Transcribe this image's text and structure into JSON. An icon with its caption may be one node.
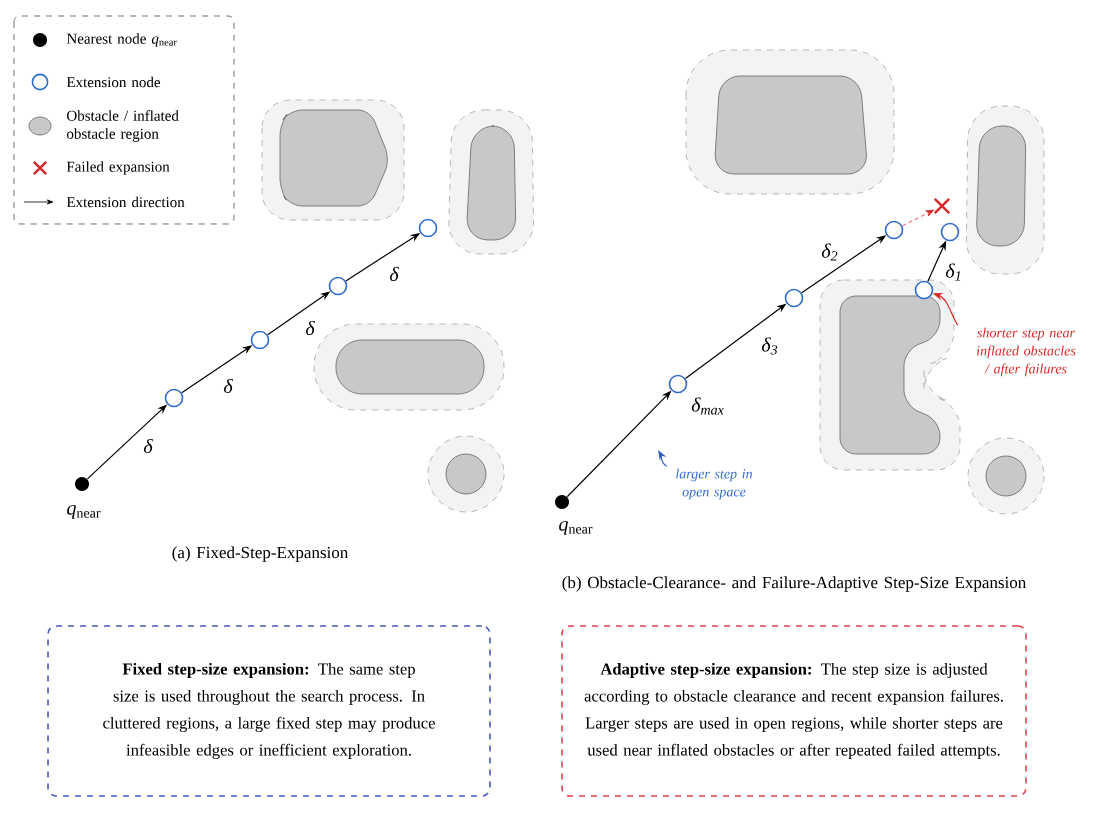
{
  "diagram": {
    "nodes": [
      {
        "text": [],
        "shape": "circle",
        "beside": [
          "*q*$_{near}$"
        ]
      },
      {
        "text": [],
        "shape": "circle"
      },
      {
        "text": [],
        "shape": "circle"
      },
      {
        "text": [],
        "shape": "circle"
      },
      {
        "text": [],
        "shape": "circle"
      },
      {
        "text": [],
        "shape": "circle",
        "beside": [
          "*q*$_{near}$"
        ]
      },
      {
        "text": [],
        "shape": "circle"
      },
      {
        "text": [],
        "shape": "circle"
      },
      {
        "text": [],
        "shape": "circle"
      },
      {
        "text": [],
        "shape": "cross"
      },
      {
        "text": [],
        "shape": "circle"
      },
      {
        "text": [],
        "shape": "circle"
      },
      {
        "text": [
          "larger step in open space"
        ]
      },
      {
        "text": [
          "shorter step near inflated obstacles / after failures"
        ]
      },
      {
        "text": [
          "**Fixed step-size expansion:** The same step size is used throughout the search process. In cluttered regions, a large fixed step may produce infeasible edges or inefficient exploration."
        ]
      },
      {
        "text": [
          "**Adaptive step-size expansion:** The step size is adjusted according to obstacle clearance and recent expansion failures. Larger steps are used in open regions, while shorter steps are used near inflated obstacles or after repeated failed attempts."
        ]
      }
    ],
    "edges": [
      {
        "from": 0,
        "to": 1,
        "arrow": "to",
        "label": "δ"
      },
      {
        "from": 1,
        "to": 2,
        "arrow": "to",
        "label": "δ"
      },
      {
        "from": 2,
        "to": 3,
        "arrow": "to",
        "label": "δ"
      },
      {
        "from": 3,
        "to": 4,
        "arrow": "to",
        "label": "δ"
      },
      {
        "from": 5,
        "to": 6,
        "arrow": "to",
        "label": "δ$_{max}$"
      },
      {
        "from": 6,
        "to": 7,
        "arrow": "to",
        "label": "δ$_{3}$"
      },
      {
        "from": 7,
        "to": 8,
        "arrow": "to",
        "label": "δ$_{2}$"
      },
      {
        "from": 8,
        "to": 9,
        "arrow": "to",
        "style": "dashed",
        "color": "#d62728"
      },
      {
        "from": 10,
        "to": 11,
        "arrow": "to",
        "label": "δ$_{1}$"
      },
      {
        "from": 12,
        "to": null,
        "arrow": "to",
        "color": "#3060c0"
      },
      {
        "from": 13,
        "to": 10,
        "arrow": "to",
        "color": "#d62728"
      }
    ],
    "labels": [
      "(a) Fixed-Step-Expansion",
      "(b) Obstacle-Clearance- and Failure-Adaptive Step-Size Expansion"
    ],
    "legend": [
      {
        "text": "Nearest node *q*$_{near}$"
      },
      {
        "text": "Extension node"
      },
      {
        "text": "Obstacle / inflated obstacle region"
      },
      {
        "text": "Failed expansion"
      },
      {
        "text": "Extension direction"
      }
    ]
  }
}
